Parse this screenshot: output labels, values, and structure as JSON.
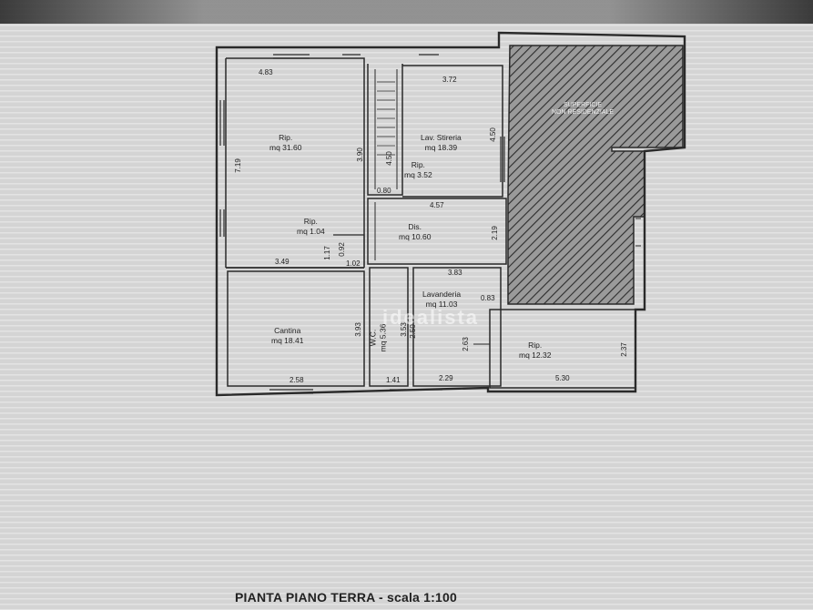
{
  "rooms": {
    "rip_big": {
      "name": "Rip.",
      "area": "mq 31.60"
    },
    "lav_stiro": {
      "name": "Lav. Stireria",
      "area": "mq 18.39"
    },
    "rip_small": {
      "name": "Rip.",
      "area": "mq 3.52"
    },
    "rip_tiny": {
      "name": "Rip.",
      "area": "mq 1.04"
    },
    "dis": {
      "name": "Dis.",
      "area": "mq 10.60"
    },
    "cantina": {
      "name": "Cantina",
      "area": "mq 18.41"
    },
    "wc": {
      "name": "W.C.",
      "area": "mq 5.36"
    },
    "lavanderia": {
      "name": "Lavanderia",
      "area": "mq 11.03"
    },
    "rip_right": {
      "name": "Rip.",
      "area": "mq 12.32"
    },
    "hatched": {
      "line1": "SUPERFICIE",
      "line2": "NON RESIDENZIALE"
    }
  },
  "dims": {
    "d_483": "4.83",
    "d_719": "7.19",
    "d_349": "3.49",
    "d_390": "3.90",
    "d_372": "3.72",
    "d_450": "4.50",
    "d_450b": "4.50",
    "d_080": "0.80",
    "d_457": "4.57",
    "d_219": "2.19",
    "d_117": "1.17",
    "d_092": "0.92",
    "d_102": "1.02",
    "d_383": "3.83",
    "d_393": "3.93",
    "d_353": "3.53",
    "d_250": "2.50",
    "d_263": "2.63",
    "d_141": "1.41",
    "d_229": "2.29",
    "d_083": "0.83",
    "d_258": "2.58",
    "d_530": "5.30",
    "d_237": "2.37"
  },
  "watermark": "idealista",
  "footer_title": "PIANTA PIANO TERRA - scala 1:100"
}
